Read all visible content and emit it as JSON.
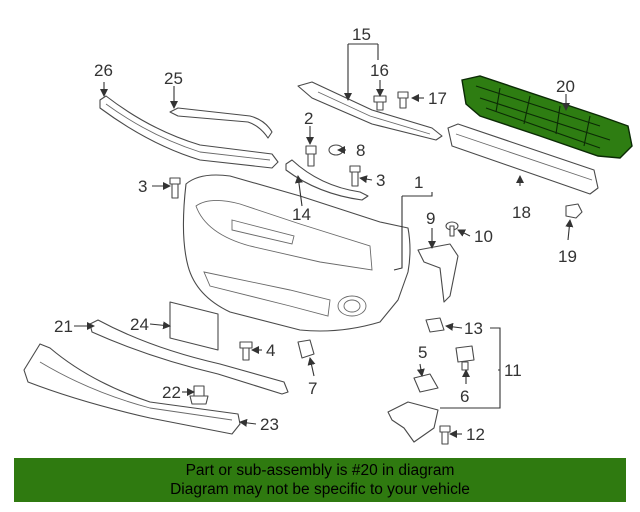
{
  "diagram": {
    "highlighted_part": "20",
    "highlight_color": "#2f7a10",
    "callouts": {
      "c1": "1",
      "c2": "2",
      "c3a": "3",
      "c3b": "3",
      "c4": "4",
      "c5": "5",
      "c6": "6",
      "c7": "7",
      "c8": "8",
      "c9": "9",
      "c10": "10",
      "c11": "11",
      "c12": "12",
      "c13": "13",
      "c14": "14",
      "c15": "15",
      "c16": "16",
      "c17": "17",
      "c18": "18",
      "c19": "19",
      "c20": "20",
      "c21": "21",
      "c22": "22",
      "c23": "23",
      "c24": "24",
      "c25": "25",
      "c26": "26"
    }
  },
  "banner": {
    "line1": "Part or sub-assembly is #20 in diagram",
    "line2": "Diagram may not be specific to your vehicle"
  }
}
